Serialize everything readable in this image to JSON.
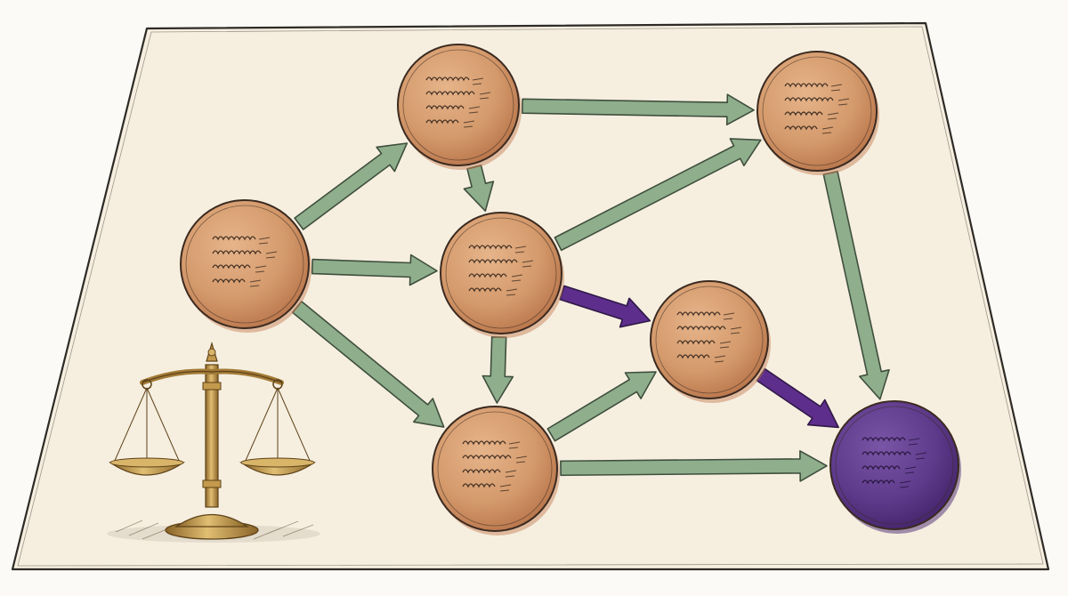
{
  "title": "",
  "colors": {
    "page_bg": "#fbfaf6",
    "paper_fill": "#f6efe0",
    "paper_stroke": "#2e2a26",
    "node_fill": "#d49a6c",
    "node_fill_dark": "#c7845a",
    "node_stroke": "#3b2a20",
    "purple_node_fill": "#5f3b8c",
    "purple_node_dark": "#4a2a72",
    "green_arrow": "#8fae8c",
    "green_arrow_stroke": "#3f4f3d",
    "purple_arrow": "#5e2e8c",
    "purple_arrow_stroke": "#2f1847",
    "scale_gold": "#c39a4d",
    "scale_gold_dark": "#7c5a25"
  },
  "nodes": [
    {
      "id": "n1",
      "kind": "copper"
    },
    {
      "id": "n2",
      "kind": "copper"
    },
    {
      "id": "n3",
      "kind": "copper"
    },
    {
      "id": "n4",
      "kind": "copper"
    },
    {
      "id": "n5",
      "kind": "copper"
    },
    {
      "id": "n6",
      "kind": "copper"
    },
    {
      "id": "n7",
      "kind": "purple"
    }
  ],
  "edges": [
    {
      "from": "n1",
      "to": "n2",
      "kind": "green"
    },
    {
      "from": "n1",
      "to": "n4",
      "kind": "green"
    },
    {
      "from": "n1",
      "to": "n5",
      "kind": "green"
    },
    {
      "from": "n2",
      "to": "n3",
      "kind": "green"
    },
    {
      "from": "n2",
      "to": "n4",
      "kind": "green"
    },
    {
      "from": "n4",
      "to": "n3",
      "kind": "green"
    },
    {
      "from": "n4",
      "to": "n5",
      "kind": "green"
    },
    {
      "from": "n4",
      "to": "n6",
      "kind": "purple"
    },
    {
      "from": "n5",
      "to": "n6",
      "kind": "green"
    },
    {
      "from": "n5",
      "to": "n7",
      "kind": "green"
    },
    {
      "from": "n6",
      "to": "n7",
      "kind": "purple"
    },
    {
      "from": "n3",
      "to": "n7",
      "kind": "green"
    }
  ],
  "decorations": {
    "scale_icon": "scales-of-justice-icon"
  }
}
